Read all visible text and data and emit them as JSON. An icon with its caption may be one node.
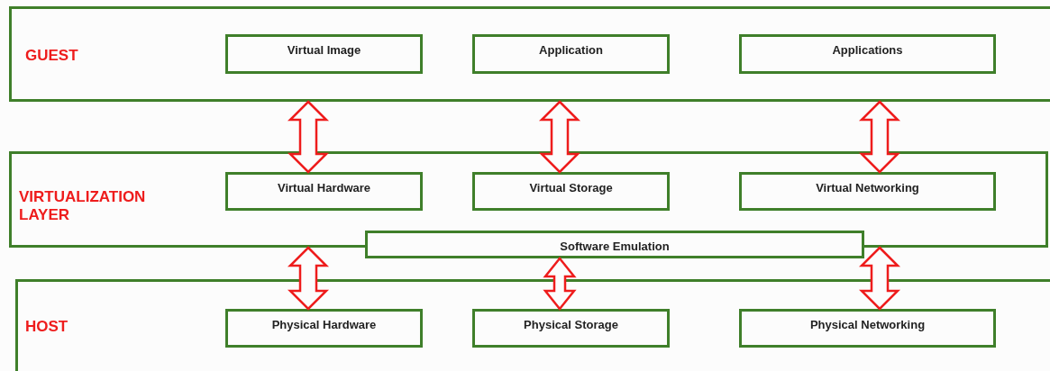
{
  "diagram": {
    "nodes": [
      {
        "text": [
          "GUEST"
        ]
      },
      {
        "text": [
          "Virtual Image"
        ],
        "in": 0
      },
      {
        "text": [
          "Application"
        ],
        "in": 0
      },
      {
        "text": [
          "Applications"
        ],
        "in": 0
      },
      {
        "text": [
          "VIRTUALIZATION LAYER"
        ]
      },
      {
        "text": [
          "Virtual Hardware"
        ],
        "in": 4
      },
      {
        "text": [
          "Virtual Storage"
        ],
        "in": 4
      },
      {
        "text": [
          "Virtual Networking"
        ],
        "in": 4
      },
      {
        "text": [
          "Software Emulation"
        ]
      },
      {
        "text": [
          "HOST"
        ]
      },
      {
        "text": [
          "Physical Hardware"
        ],
        "in": 9
      },
      {
        "text": [
          "Physical Storage"
        ],
        "in": 9
      },
      {
        "text": [
          "Physical Networking"
        ],
        "in": 9
      }
    ],
    "edges": [
      {
        "from": 0,
        "to": 5,
        "arrow": "both"
      },
      {
        "from": 0,
        "to": 6,
        "arrow": "both"
      },
      {
        "from": 0,
        "to": 7,
        "arrow": "both"
      },
      {
        "from": 4,
        "to": 10,
        "arrow": "both"
      },
      {
        "from": 8,
        "to": 11,
        "arrow": "both"
      },
      {
        "from": 4,
        "to": 12,
        "arrow": "both"
      }
    ]
  }
}
